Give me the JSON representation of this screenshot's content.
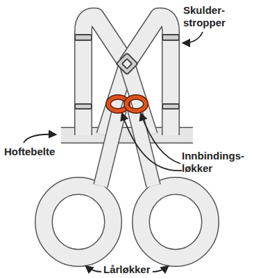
{
  "diagram": {
    "labels": [
      "Skulder- stropper",
      "Hoftebelte",
      "Innbindings- løkker",
      "Lårløkker"
    ]
  }
}
